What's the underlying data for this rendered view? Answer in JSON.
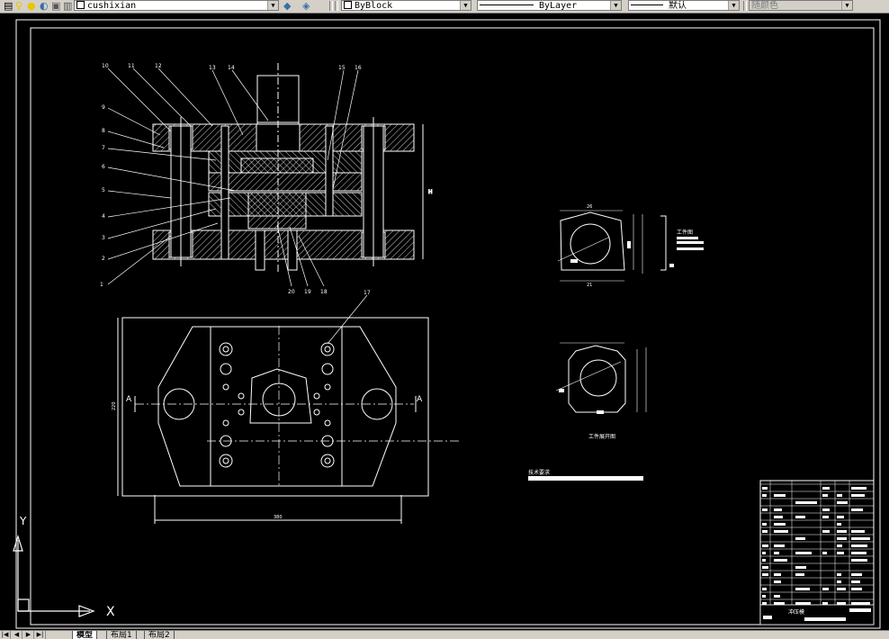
{
  "toolbar": {
    "layer_name": "cushixian",
    "color_combo": "ByBlock",
    "linetype_combo": "ByLayer",
    "lineweight_combo": "默认",
    "plotstyle_combo": "随颜色"
  },
  "drawing": {
    "leaders_top": [
      "10",
      "11",
      "12",
      "13",
      "14",
      "15",
      "16"
    ],
    "leaders_left": [
      "9",
      "8",
      "7",
      "6",
      "5",
      "4",
      "3",
      "2",
      "1"
    ],
    "leaders_bottom": [
      "20",
      "19",
      "18"
    ],
    "leader_17": "17",
    "section_label": "A",
    "width_dim": "380",
    "height_dim": "220",
    "workpiece_label": "工件图",
    "unfold_label": "工件展开图",
    "tech_label": "技术要求",
    "dim_26": "26",
    "dim_21": "21",
    "title_block_name": "冲压模"
  },
  "ucs": {
    "x_label": "X",
    "y_label": "Y"
  },
  "tabs": [
    {
      "label": "模型",
      "active": true
    },
    {
      "label": "布局1",
      "active": false
    },
    {
      "label": "布局2",
      "active": false
    }
  ],
  "nav": [
    "|◀",
    "◀",
    "▶",
    "▶|"
  ]
}
